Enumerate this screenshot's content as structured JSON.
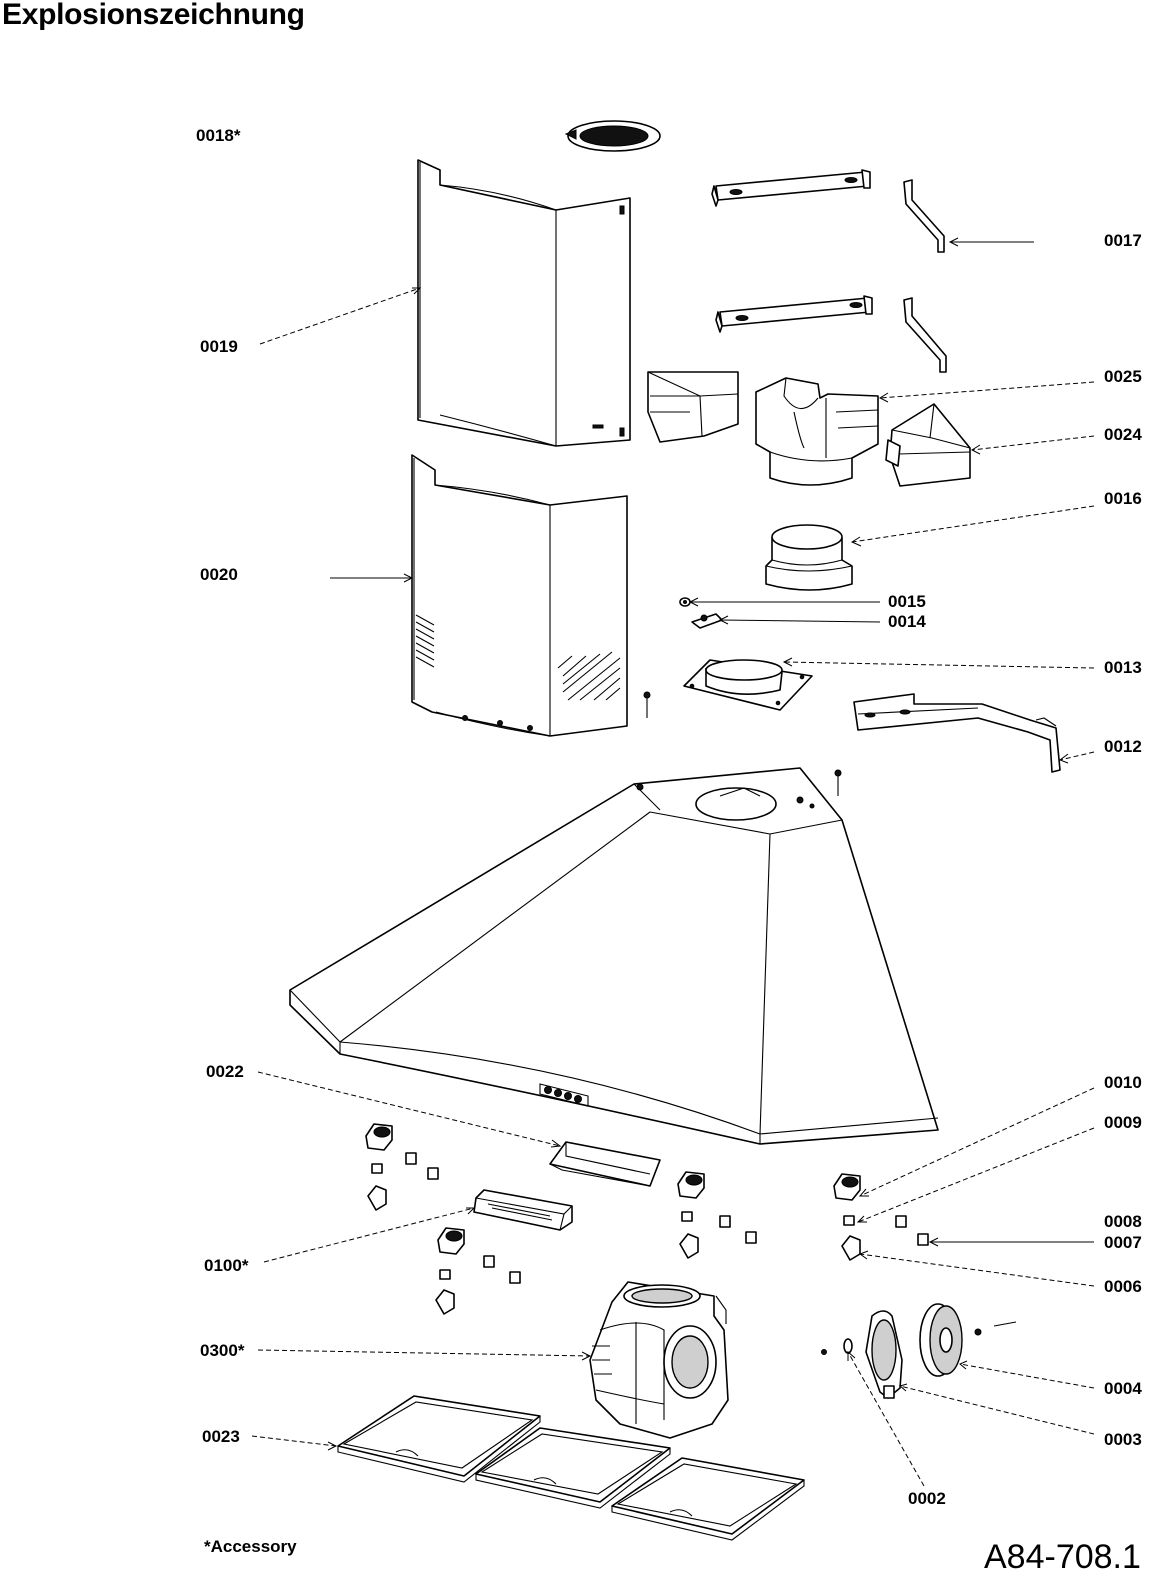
{
  "title": "Explosionszeichnung",
  "callouts": [
    {
      "id": "0018",
      "text": "0018*"
    },
    {
      "id": "0017",
      "text": "0017"
    },
    {
      "id": "0019",
      "text": "0019"
    },
    {
      "id": "0025",
      "text": "0025"
    },
    {
      "id": "0024",
      "text": "0024"
    },
    {
      "id": "0016",
      "text": "0016"
    },
    {
      "id": "0020",
      "text": "0020"
    },
    {
      "id": "0015",
      "text": "0015"
    },
    {
      "id": "0014",
      "text": "0014"
    },
    {
      "id": "0013",
      "text": "0013"
    },
    {
      "id": "0012",
      "text": "0012"
    },
    {
      "id": "0022",
      "text": "0022"
    },
    {
      "id": "0010",
      "text": "0010"
    },
    {
      "id": "0009",
      "text": "0009"
    },
    {
      "id": "0008",
      "text": "0008"
    },
    {
      "id": "0007",
      "text": "0007"
    },
    {
      "id": "0100",
      "text": "0100*"
    },
    {
      "id": "0006",
      "text": "0006"
    },
    {
      "id": "0300",
      "text": "0300*"
    },
    {
      "id": "0004",
      "text": "0004"
    },
    {
      "id": "0023",
      "text": "0023"
    },
    {
      "id": "0003",
      "text": "0003"
    },
    {
      "id": "0002",
      "text": "0002"
    }
  ],
  "footnote": "*Accessory",
  "drawing_number": "A84-708.1"
}
